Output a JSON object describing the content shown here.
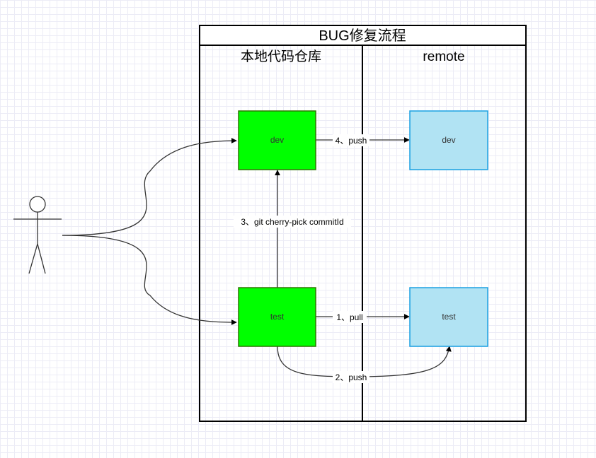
{
  "pool": {
    "title": "BUG修复流程"
  },
  "lanes": {
    "local": {
      "title": "本地代码仓库"
    },
    "remote": {
      "title": "remote"
    }
  },
  "nodes": {
    "local_dev": {
      "label": "dev"
    },
    "local_test": {
      "label": "test"
    },
    "remote_dev": {
      "label": "dev"
    },
    "remote_test": {
      "label": "test"
    }
  },
  "edges": {
    "push_dev": {
      "label": "4、push"
    },
    "cherry_pick": {
      "label": "3、git cherry-pick commitId"
    },
    "pull_test": {
      "label": "1、pull"
    },
    "push_test": {
      "label": "2、push"
    }
  },
  "colors": {
    "local_fill": "#00ff00",
    "local_stroke": "#2d7600",
    "remote_fill": "#b1e3f3",
    "remote_stroke": "#1ba1e2",
    "local_text": "#333333",
    "remote_text": "#333333"
  }
}
